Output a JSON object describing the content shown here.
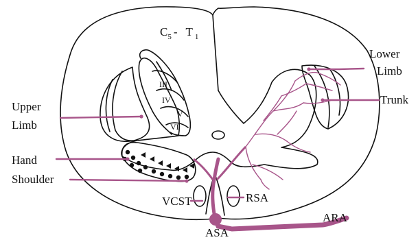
{
  "level": {
    "main": "C",
    "sub1": "5",
    "dash": "- ",
    "t": "T",
    "sub2": "1"
  },
  "labels": {
    "upper_limb_1": "Upper",
    "upper_limb_2": "Limb",
    "lower_limb_1": "Lower",
    "lower_limb_2": "Limb",
    "trunk": "Trunk",
    "hand": "Hand",
    "shoulder": "Shoulder",
    "vcst": "VCST",
    "rsa": "RSA",
    "ara": "ARA",
    "asa": "ASA"
  },
  "laminae": [
    "III",
    "IV",
    "V",
    "VI"
  ],
  "colors": {
    "accent": "#A8558A",
    "outline": "#111111"
  }
}
